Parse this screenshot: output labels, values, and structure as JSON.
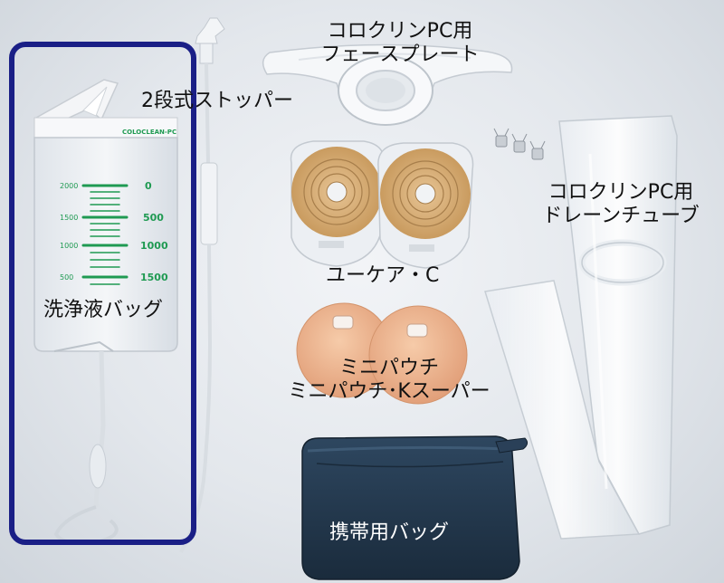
{
  "labels": {
    "wash_bag": "洗浄液バッグ",
    "stopper": "2段式ストッパー",
    "faceplate": [
      "コロクリンPC用",
      "フェースプレート"
    ],
    "drain_tube": [
      "コロクリンPC用",
      "ドレーンチューブ"
    ],
    "ucare": "ユーケア・C",
    "minipouch": [
      "ミニパウチ",
      "ミニパウチ･Kスーパー"
    ],
    "carry_bag": "携帯用バッグ"
  },
  "bag_print": {
    "brand": "COLOCLEAN-PC",
    "scale_left": [
      "2000",
      "1500",
      "1000",
      "500"
    ],
    "scale_right": [
      "0",
      "500",
      "1000",
      "1500"
    ]
  },
  "colors": {
    "highlight_border": "#1a1f86",
    "scale_green": "#1f9a52",
    "pouch_skin": "#f0b893",
    "carry_bag": "#23384e"
  }
}
